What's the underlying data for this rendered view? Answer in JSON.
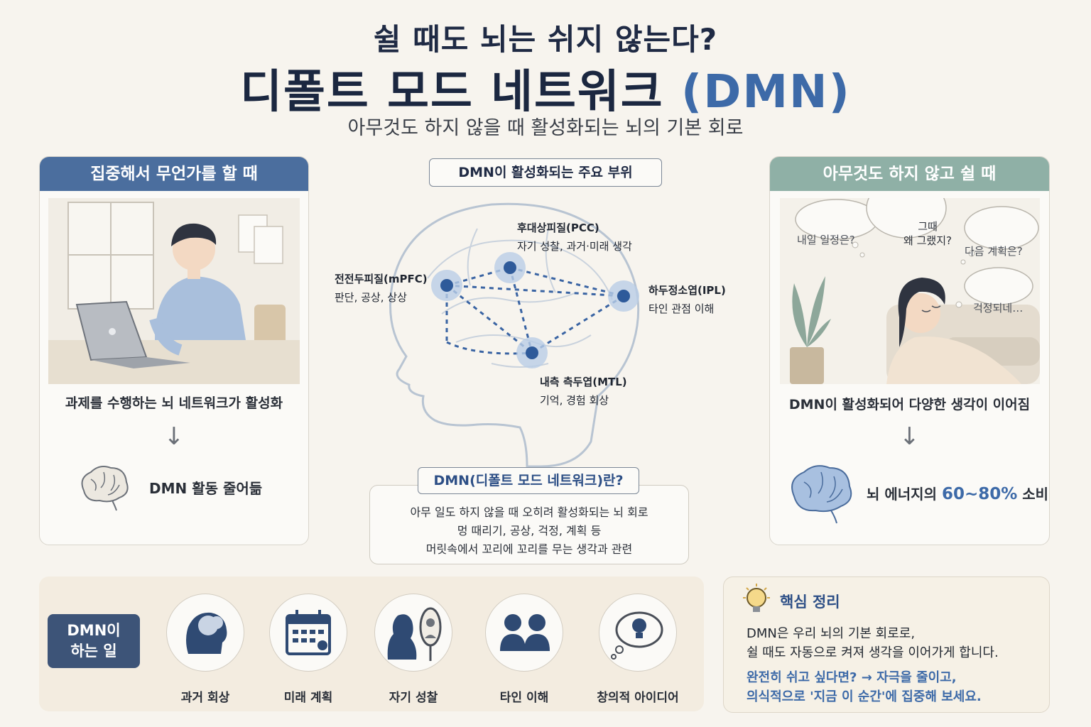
{
  "header": {
    "title1": "쉴 때도 뇌는 쉬지 않는다?",
    "title2_main": "디폴트 모드 네트워크",
    "title2_acronym": "(DMN)",
    "subtitle": "아무것도 하지 않을 때 활성화되는 뇌의 기본 회로"
  },
  "left_panel": {
    "heading": "집중해서 무언가를 할 때",
    "caption": "과제를 수행하는 뇌 네트워크가 활성화",
    "arrow": "↓",
    "result": "DMN 활동 줄어듦"
  },
  "center": {
    "heading": "DMN이 활성화되는 주요 부위",
    "regions": [
      {
        "name": "후대상피질(PCC)",
        "desc": "자기 성찰, 과거·미래 생각"
      },
      {
        "name": "전전두피질(mPFC)",
        "desc": "판단, 공상, 상상"
      },
      {
        "name": "하두정소엽(IPL)",
        "desc": "타인 관점 이해"
      },
      {
        "name": "내측 측두엽(MTL)",
        "desc": "기억, 경험 회상"
      }
    ],
    "definition_title": "DMN(디폴트 모드 네트워크)란?",
    "definition_lines": [
      "아무 일도 하지 않을 때 오히려 활성화되는 뇌 회로",
      "멍 때리기, 공상, 걱정, 계획 등",
      "머릿속에서 꼬리에 꼬리를 무는 생각과 관련"
    ]
  },
  "right_panel": {
    "heading": "아무것도 하지 않고 쉴 때",
    "thoughts": [
      "내일 일정은?",
      "그때",
      "왜 그랬지?",
      "다음 계획은?",
      "걱정되네…"
    ],
    "caption": "DMN이 활성화되어 다양한 생각이 이어짐",
    "arrow": "↓",
    "result_prefix": "뇌 에너지의",
    "result_highlight": "60~80%",
    "result_suffix": "소비"
  },
  "roles": {
    "label_line1": "DMN이",
    "label_line2": "하는 일",
    "items": [
      {
        "label": "과거 회상",
        "icon": "memory-head-icon"
      },
      {
        "label": "미래 계획",
        "icon": "calendar-icon"
      },
      {
        "label": "자기 성찰",
        "icon": "mirror-icon"
      },
      {
        "label": "타인 이해",
        "icon": "people-icon"
      },
      {
        "label": "창의적 아이디어",
        "icon": "lightbulb-thought-icon"
      }
    ]
  },
  "summary": {
    "title": "핵심 정리",
    "line1": "DMN은 우리 뇌의 기본 회로로,",
    "line2": "쉴 때도 자동으로 켜져 생각을 이어가게 합니다.",
    "line3": "완전히 쉬고 싶다면? → 자극을 줄이고,",
    "line4": "의식적으로 '지금 이 순간'에 집중해 보세요."
  },
  "colors": {
    "navy": "#1b2740",
    "accent_blue": "#3d6aa8",
    "left_header": "#4b6e9e",
    "right_header": "#8fb0a6",
    "node_blue": "#2e5a9a"
  }
}
